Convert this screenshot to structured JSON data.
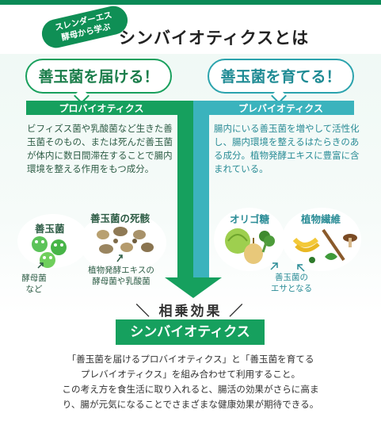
{
  "header": {
    "badge_line1": "スレンダーエス",
    "badge_line2": "酵母から学ぶ",
    "title": "シンバイオティクスとは"
  },
  "probiotics": {
    "bubble": "善玉菌を届ける！",
    "label": "プロバイオティクス",
    "description": "ビフィズス菌や乳酸菌など生きた善玉菌そのもの、または死んだ善玉菌が体内に数日間滞在することで腸内環境を整える作用をもつ成分。",
    "items": {
      "good_bacteria_title": "善玉菌",
      "dead_bacteria_title": "善玉菌の死骸",
      "yeast_note_line1": "酵母菌",
      "yeast_note_line2": "など",
      "extract_note_line1": "植物発酵エキスの",
      "extract_note_line2": "酵母菌や乳酸菌"
    },
    "color": "#16a05e"
  },
  "prebiotics": {
    "bubble": "善玉菌を育てる！",
    "label": "プレバイオティクス",
    "description": "腸内にいる善玉菌を増やして活性化し、腸内環境を整えるはたらきのある成分。植物発酵エキスに豊富に含まれている。",
    "items": {
      "oligo_title": "オリゴ糖",
      "fiber_title": "植物繊維",
      "food_note_line1": "善玉菌の",
      "food_note_line2": "エサとなる"
    },
    "color": "#3bb3bd"
  },
  "synergy": {
    "heading": "相乗効果",
    "label": "シンバイオティクス",
    "summary_line1": "「善玉菌を届けるプロバイオティクス」と「善玉菌を育てる",
    "summary_line2": "プレバイオティクス」を組み合わせて利用すること。",
    "summary_line3": "この考え方を食生活に取り入れると、腸活の効果がさらに高ま",
    "summary_line4": "り、腸が元気になることでさまざまな健康効果が期待できる。"
  }
}
